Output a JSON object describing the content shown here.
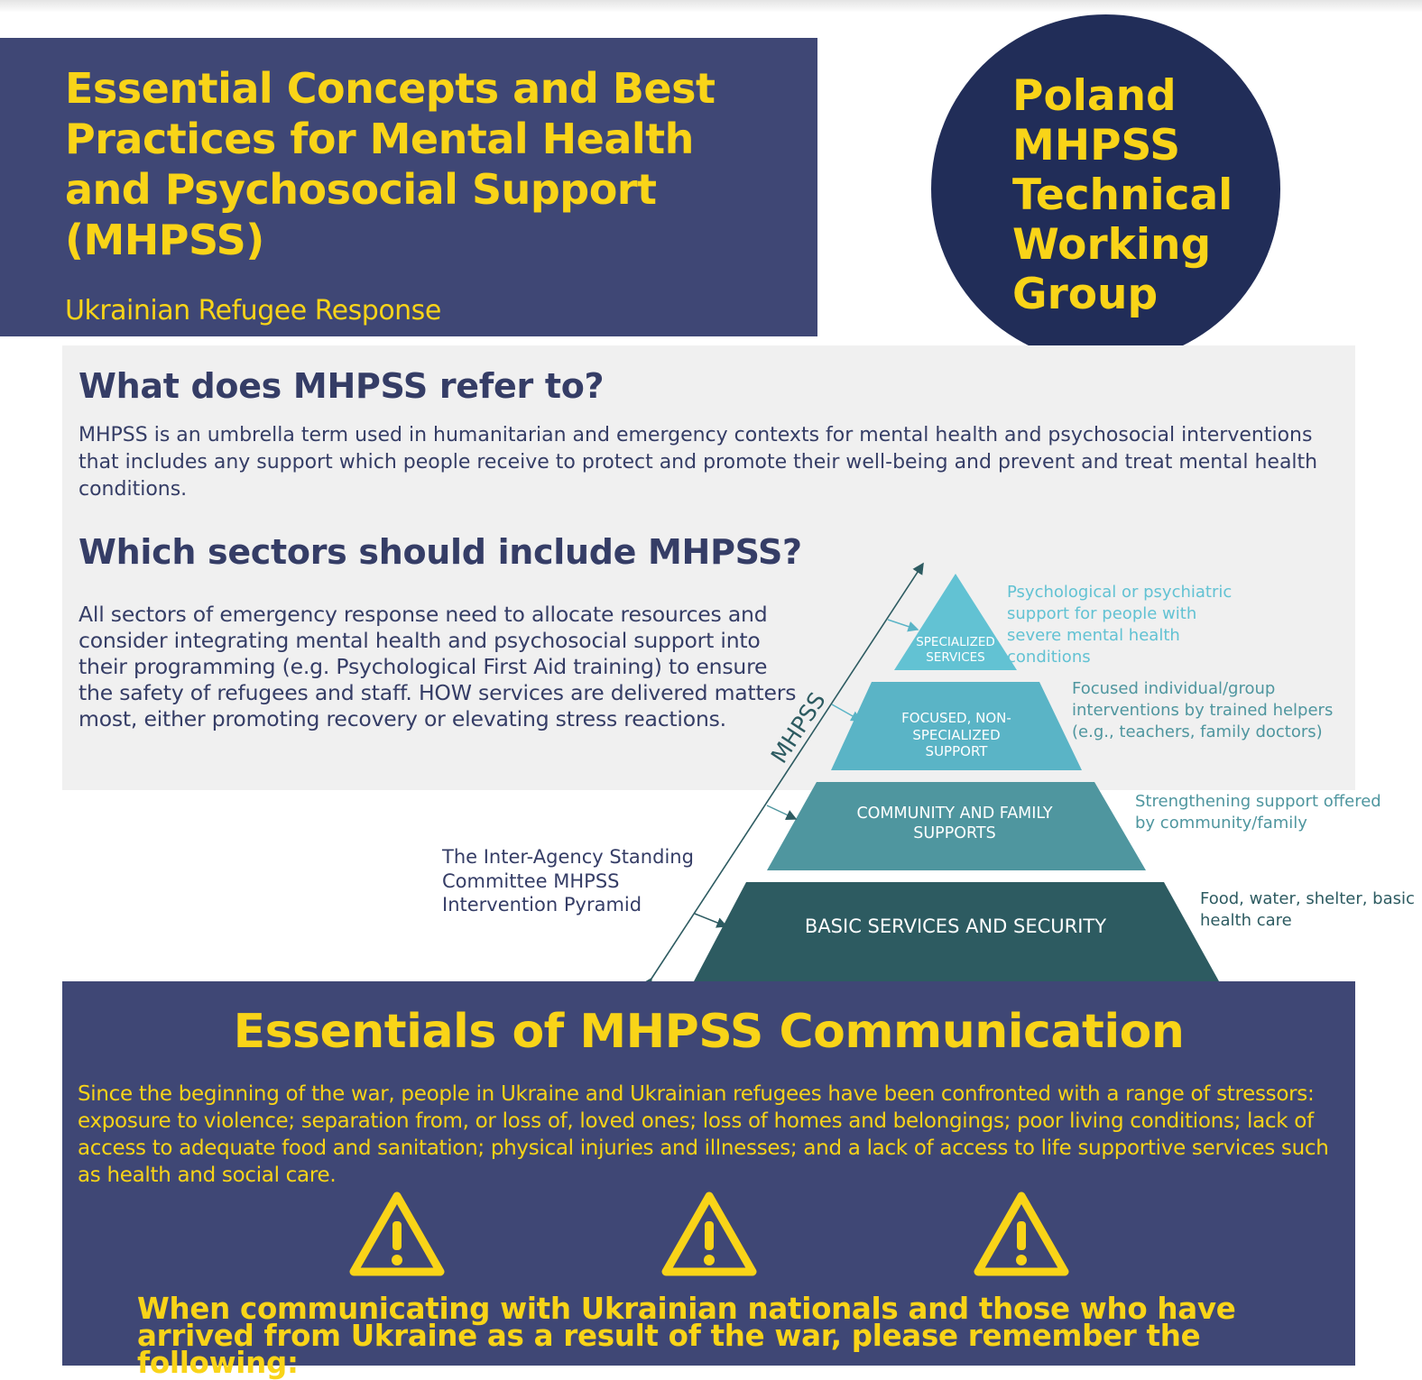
{
  "header": {
    "title": "Essential Concepts and Best Practices for Mental Health and Psychosocial Support (MHPSS)",
    "subtitle": "Ukrainian Refugee Response"
  },
  "badge": {
    "lines": [
      "Poland",
      "MHPSS",
      "Technical",
      "Working",
      "Group"
    ]
  },
  "section1": {
    "heading": "What does MHPSS refer to?",
    "body": "MHPSS is an umbrella term used in humanitarian and emergency contexts for mental health and psychosocial interventions that includes any support which people receive to protect and promote their well-being and prevent and treat mental health conditions."
  },
  "section2": {
    "heading": "Which sectors should include MHPSS?",
    "body": "All sectors of emergency response need to allocate resources and consider integrating mental health and psychosocial support into their programming (e.g. Psychological First Aid training) to ensure the safety of refugees and staff. HOW services are delivered matters most, either promoting recovery or elevating stress reactions."
  },
  "pyramid": {
    "caption": "The Inter-Agency Standing Committee MHPSS Intervention Pyramid",
    "axis_label": "MHPSS",
    "tiers": [
      {
        "label": "SPECIALIZED SERVICES",
        "note": "Psychological or psychiatric support for people with severe mental health conditions",
        "color": "#62c2d3"
      },
      {
        "label": "FOCUSED, NON-SPECIALIZED SUPPORT",
        "note": "Focused individual/group interventions by trained helpers (e.g., teachers, family doctors)",
        "color": "#5ab4c6"
      },
      {
        "label": "COMMUNITY AND FAMILY SUPPORTS",
        "note": "Strengthening support offered by community/family",
        "color": "#4f969f"
      },
      {
        "label": "BASIC SERVICES AND SECURITY",
        "note": "Food, water, shelter, basic health care",
        "color": "#2d5b61"
      }
    ]
  },
  "communication": {
    "heading": "Essentials of MHPSS Communication",
    "body": "Since the beginning of the war, people in Ukraine and Ukrainian refugees have been confronted with a range of stressors: exposure to violence; separation from, or loss of, loved ones; loss of homes and belongings; poor living conditions; lack of access to adequate food and sanitation; physical injuries and illnesses; and a lack of access to life supportive services such as health and social care.",
    "icons": [
      "warning-icon",
      "warning-icon",
      "warning-icon"
    ],
    "reminder": "When communicating with Ukrainian nationals and those who have arrived from Ukraine as a result of the war, please remember the following:"
  },
  "colors": {
    "navy": "#3f4775",
    "dark_navy": "#212d58",
    "yellow": "#f9d418",
    "grey_panel": "#f0f0f0",
    "text_navy": "#353d66"
  }
}
